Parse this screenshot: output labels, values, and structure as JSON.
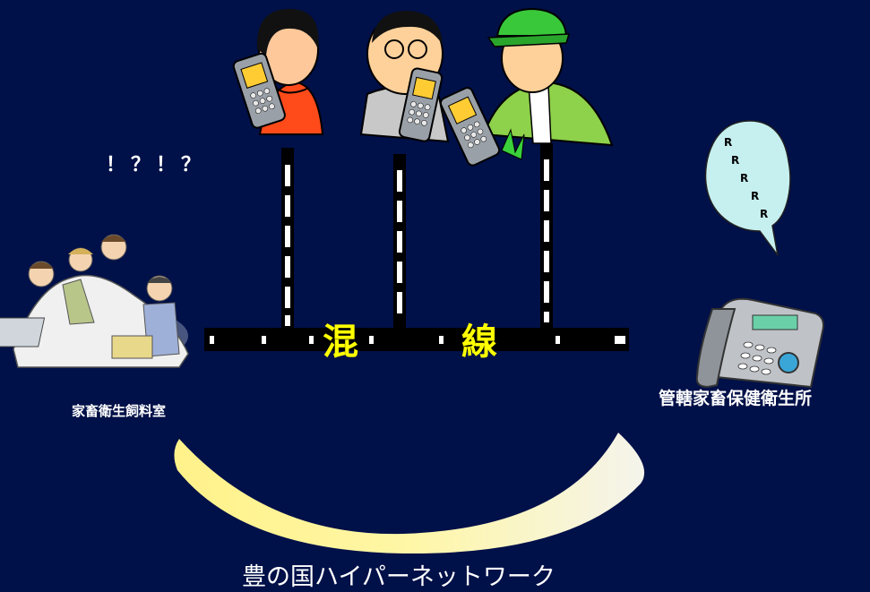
{
  "labels": {
    "left_office": "家畜衛生飼料室",
    "right_office": "管轄家畜保健衛生所",
    "exclamation": "！？！？",
    "network": "豊の国ハイパーネットワーク",
    "crosstalk_char1": "混",
    "crosstalk_char2": "線",
    "ring_letter": "R"
  },
  "colors": {
    "background": "#001048",
    "accent_text": "#ffff00",
    "bubble": "#c6f0f0"
  }
}
